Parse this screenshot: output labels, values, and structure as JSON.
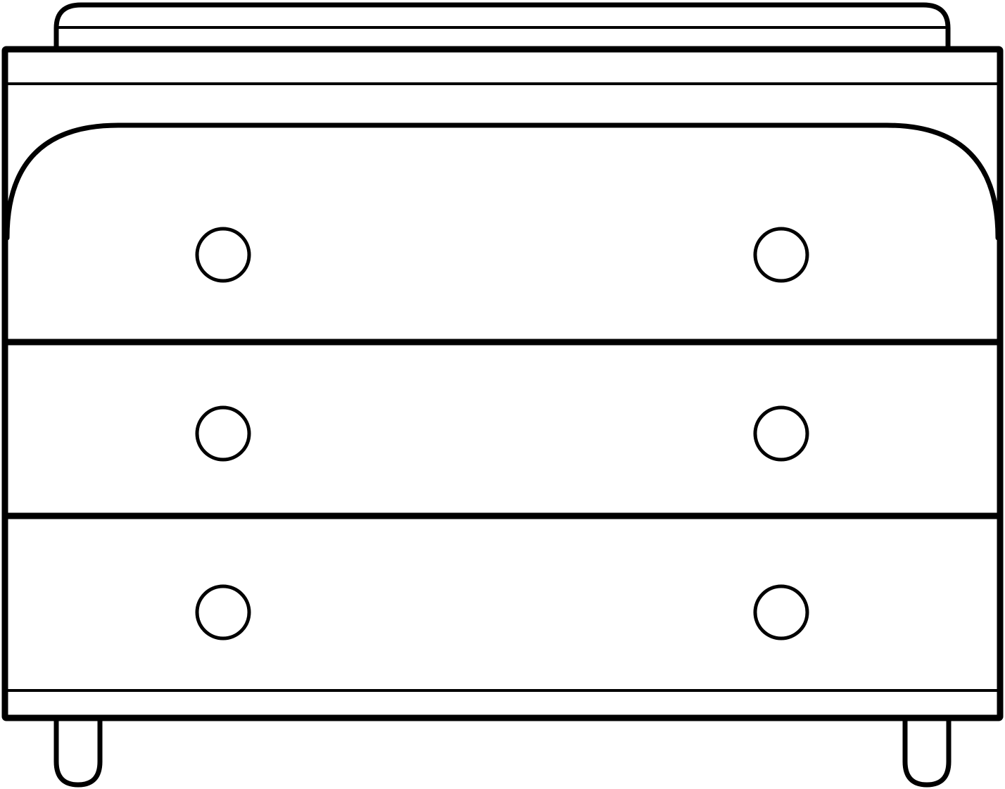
{
  "drawing": {
    "subject": "chest-of-drawers",
    "stroke_color": "#000000",
    "background_color": "#ffffff",
    "drawer_count": 3,
    "knobs_per_drawer": 2
  }
}
